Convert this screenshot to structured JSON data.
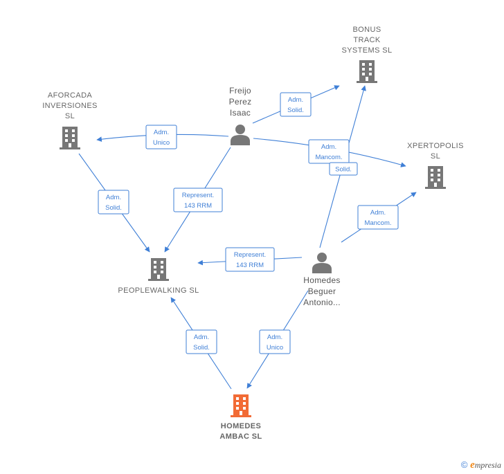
{
  "companies": [
    {
      "id": "bonus",
      "lines": [
        "BONUS",
        "TRACK",
        "SYSTEMS  SL"
      ],
      "highlight": false
    },
    {
      "id": "aforcada",
      "lines": [
        "AFORCADA",
        "INVERSIONES",
        "SL"
      ],
      "highlight": false
    },
    {
      "id": "xpertopolis",
      "lines": [
        "XPERTOPOLIS",
        "SL"
      ],
      "highlight": false
    },
    {
      "id": "peoplewalking",
      "lines": [
        "PEOPLEWALKING SL"
      ],
      "highlight": false
    },
    {
      "id": "homedes",
      "lines": [
        "HOMEDES",
        "AMBAC  SL"
      ],
      "highlight": true
    }
  ],
  "persons": [
    {
      "id": "freijo",
      "lines": [
        "Freijo",
        "Perez",
        "Isaac"
      ]
    },
    {
      "id": "beguer",
      "lines": [
        "Homedes",
        "Beguer",
        "Antonio..."
      ]
    }
  ],
  "relations": [
    {
      "id": "r1",
      "lines": [
        "Adm.",
        "Solid."
      ]
    },
    {
      "id": "r2",
      "lines": [
        "Adm.",
        "Unico"
      ]
    },
    {
      "id": "r3",
      "lines": [
        "Adm.",
        "Mancom."
      ]
    },
    {
      "id": "r4",
      "lines": [
        "Solid."
      ]
    },
    {
      "id": "r5",
      "lines": [
        "Adm.",
        "Solid."
      ]
    },
    {
      "id": "r6",
      "lines": [
        "Represent.",
        "143 RRM"
      ]
    },
    {
      "id": "r7",
      "lines": [
        "Adm.",
        "Mancom."
      ]
    },
    {
      "id": "r8",
      "lines": [
        "Represent.",
        "143 RRM"
      ]
    },
    {
      "id": "r9",
      "lines": [
        "Adm.",
        "Solid."
      ]
    },
    {
      "id": "r10",
      "lines": [
        "Adm.",
        "Unico"
      ]
    }
  ],
  "colors": {
    "edge": "#3f7fd6",
    "building": "#777777",
    "building_highlight": "#f26b35",
    "person": "#777777"
  },
  "footer": {
    "copyright": "©",
    "brand_initial": "e",
    "brand_rest": "mpresia"
  }
}
